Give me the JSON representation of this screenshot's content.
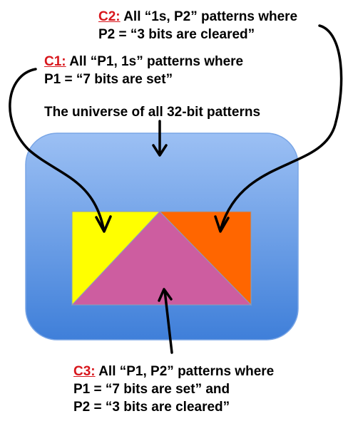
{
  "colors": {
    "universe_fill_top": "#9cc0f4",
    "universe_fill_bottom": "#3f7fd9",
    "universe_stroke": "#7aa6e6",
    "c1_region": "#ffff00",
    "c2_region": "#ff6600",
    "c3_region": "#cd5da0",
    "label_tag": "#d8161c",
    "text": "#000000"
  },
  "labels": {
    "c2": {
      "tag": "C2:",
      "line1_rest": " All “1s, P2” patterns where",
      "line2": "P2 = “3 bits are cleared”"
    },
    "c1": {
      "tag": "C1:",
      "line1_rest": " All “P1, 1s” patterns where",
      "line2": "P1 = “7 bits are set”"
    },
    "universe": "The universe of all 32-bit patterns",
    "c3": {
      "tag": "C3:",
      "line1_rest": " All “P1, P2” patterns where",
      "line2": "P1 = “7 bits are set” and",
      "line3": "P2 = “3 bits are cleared”"
    }
  }
}
